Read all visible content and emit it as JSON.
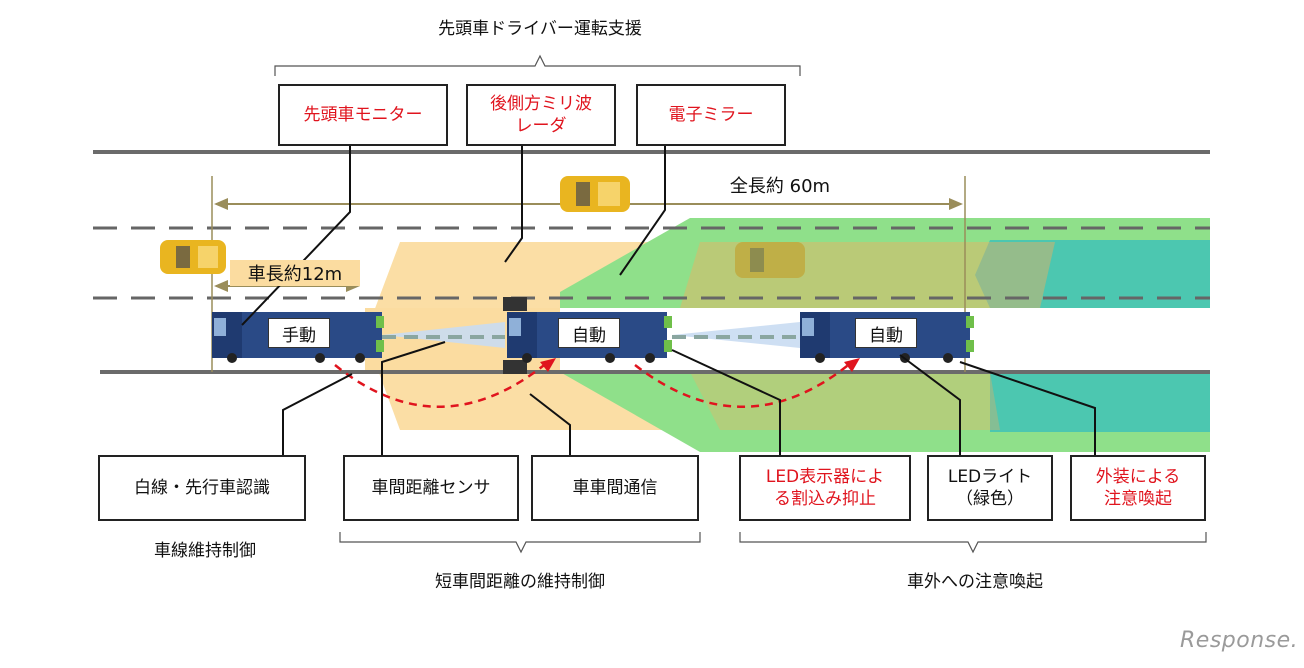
{
  "title_top": "先頭車ドライバー運転支援",
  "total_length": "全長約 60m",
  "truck_length": "車長約12m",
  "top_boxes": [
    {
      "id": "lead-monitor",
      "text": "先頭車モニター"
    },
    {
      "id": "rear-radar",
      "text": "後側方ミリ波\nレーダ"
    },
    {
      "id": "e-mirror",
      "text": "電子ミラー"
    }
  ],
  "truck_modes": [
    "手動",
    "自動",
    "自動"
  ],
  "bottom_boxes": [
    {
      "id": "lane-recognition",
      "text": "白線・先行車認識",
      "red": false
    },
    {
      "id": "distance-sensor",
      "text": "車間距離センサ",
      "red": false
    },
    {
      "id": "v2v",
      "text": "車車間通信",
      "red": false
    },
    {
      "id": "led-display",
      "text": "LED表示器によ\nる割込み抑止",
      "red": true
    },
    {
      "id": "led-light",
      "text": "LEDライト\n（緑色）",
      "red": false
    },
    {
      "id": "exterior",
      "text": "外装による\n注意喚起",
      "red": true
    }
  ],
  "group_labels": {
    "lane_keep": "車線維持制御",
    "short_gap": "短車間距離の維持制御",
    "attention": "車外への注意喚起"
  },
  "watermark": "Response.",
  "colors": {
    "radar_zone": "#fbdca0",
    "mirror_zone": "#8fe08a",
    "teal_zone": "#4cc7b0",
    "sensor_beam": "#c9dcf2",
    "link_arrow": "#e0141e",
    "truck_body": "#2a4a86"
  }
}
